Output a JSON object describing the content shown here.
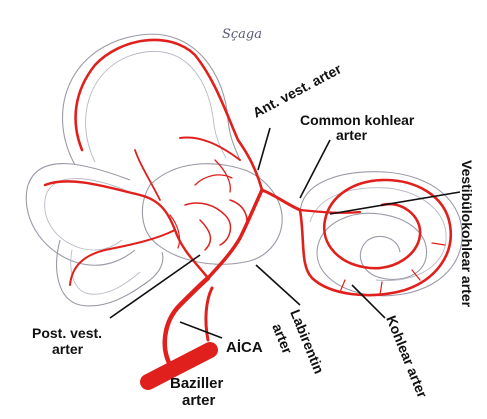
{
  "signature": "Sçaga",
  "labels": {
    "ant_vest_arter": "Ant. vest. arter",
    "common_kohlear_line1": "Common kohlear",
    "common_kohlear_line2": "arter",
    "vestibulokohlear_arter": "Vestibülokohlear arter",
    "post_vest_line1": "Post. vest.",
    "post_vest_line2": "arter",
    "aica": "AİCA",
    "labirentin_line1": "Labirentin",
    "labirentin_line2": "arter",
    "kohlear_arter": "Kohlear arter",
    "baziller_line1": "Baziller",
    "baziller_line2": "arter"
  },
  "colors": {
    "artery": "#e0201c",
    "outline": "#9a9aa8",
    "text": "#111111"
  }
}
